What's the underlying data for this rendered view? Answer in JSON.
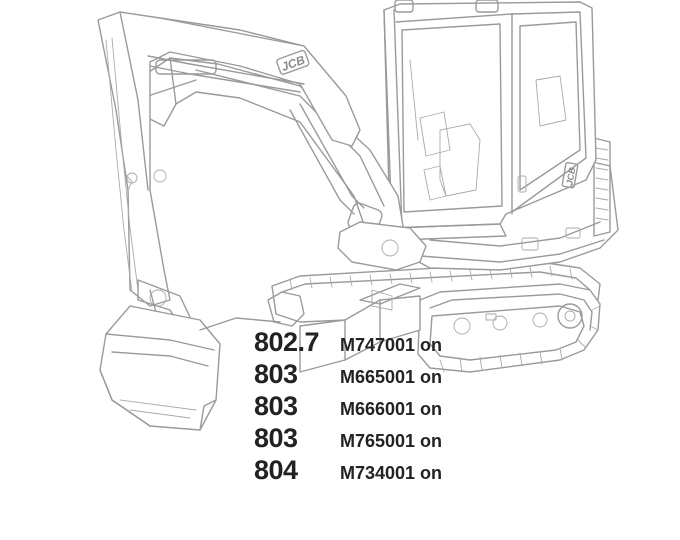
{
  "logos": {
    "boom_logo": "JCB",
    "cab_logo": "JCB"
  },
  "models": [
    {
      "number": "802.7",
      "serial": "M747001 on"
    },
    {
      "number": "803",
      "serial": "M665001 on"
    },
    {
      "number": "803",
      "serial": "M666001 on"
    },
    {
      "number": "803",
      "serial": "M765001 on"
    },
    {
      "number": "804",
      "serial": "M734001 on"
    }
  ],
  "colors": {
    "line_art": "#9a9a9a",
    "text": "#222222",
    "background": "#ffffff"
  }
}
